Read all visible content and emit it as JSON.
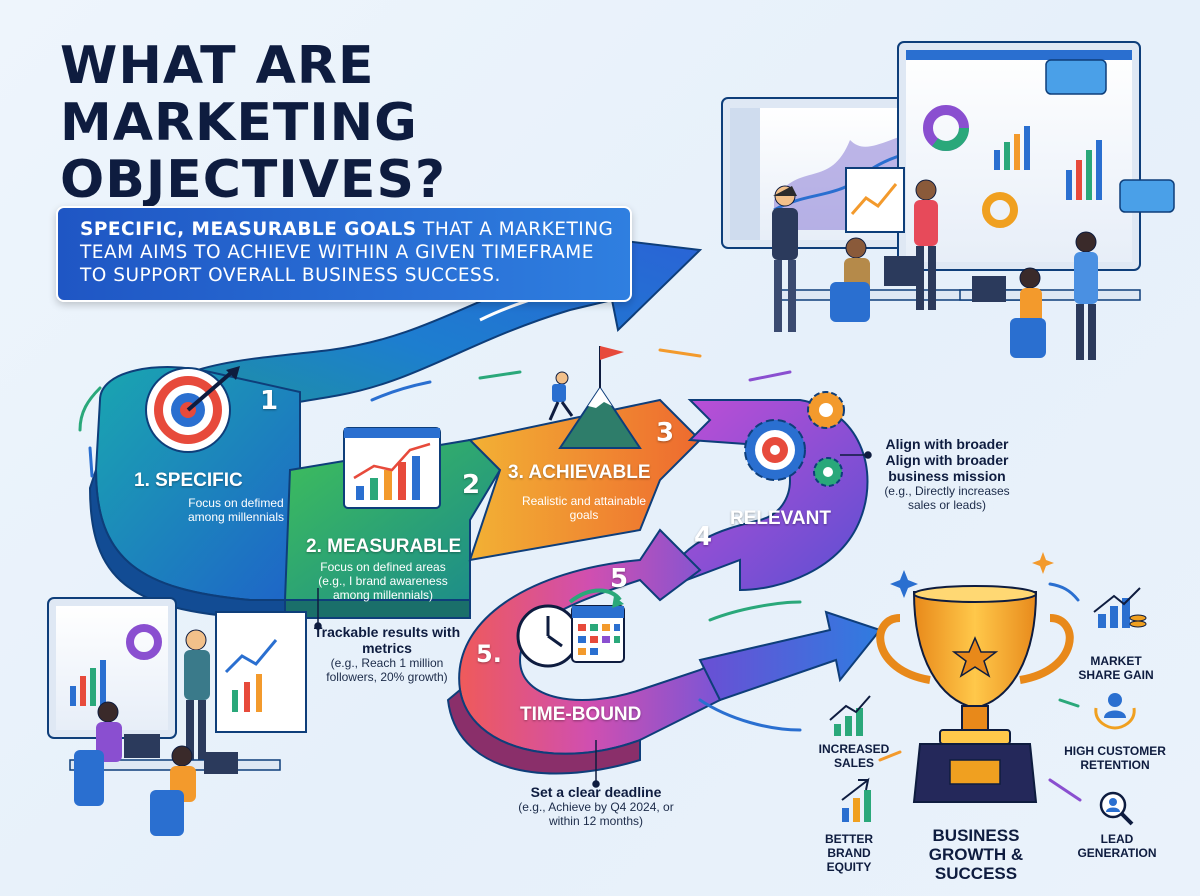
{
  "title": {
    "line1": "WHAT ARE",
    "line2": "MARKETING",
    "line3": "OBJECTIVES?"
  },
  "banner": {
    "bold": "SPECIFIC, MEASURABLE GOALS",
    "rest": " THAT A MARKETING TEAM AIMS TO ACHIEVE WITHIN A GIVEN TIMEFRAME TO SUPPORT OVERALL BUSINESS SUCCESS."
  },
  "steps": [
    {
      "number": "1",
      "name": "1. SPECIFIC",
      "description": "Focus on defimed among millennials"
    },
    {
      "number": "2",
      "name": "2. MEASURABLE",
      "description": "Focus on defined areas (e.g., I brand awareness among millennials)"
    },
    {
      "number": "3",
      "name": "3. ACHIEVABLE",
      "description": "Realistic and attainable goals"
    },
    {
      "number": "4",
      "name": "RELEVANT",
      "description": ""
    },
    {
      "number": "5",
      "name": "TIME-BOUND",
      "description": "",
      "prefix": "5."
    }
  ],
  "callouts": {
    "measurable": {
      "heading": "Trackable results with metrics",
      "detail": "(e.g., Reach 1 million followers, 20% growth)"
    },
    "relevant": {
      "heading": "Align with broader Align with broader business mission",
      "detail": "(e.g., Directly increases sales or leads)"
    },
    "timebound": {
      "heading": "Set a clear deadline",
      "detail": "(e.g., Achieve by Q4 2024, or within 12 months)"
    }
  },
  "benefits": [
    {
      "label": "MARKET SHARE GAIN",
      "icon": "bar-chart-coins-icon"
    },
    {
      "label": "HIGH CUSTOMER RETENTION",
      "icon": "customer-hands-icon"
    },
    {
      "label": "LEAD GENERATION",
      "icon": "magnifier-person-icon"
    },
    {
      "label": "INCREASED SALES",
      "icon": "rising-bars-icon"
    },
    {
      "label": "BETTER BRAND EQUITY",
      "icon": "growth-chart-icon"
    }
  ],
  "trophy_label": "BUSINESS GROWTH & SUCCESS",
  "colors": {
    "title": "#0e1c3f",
    "banner": "#2468d2",
    "step1": "#1e88d0",
    "step2": "#2aa87a",
    "step3": "#f39a2c",
    "step4": "#8a4fd0",
    "step5": "#ec4f6a",
    "trophy": "#f0a020"
  }
}
